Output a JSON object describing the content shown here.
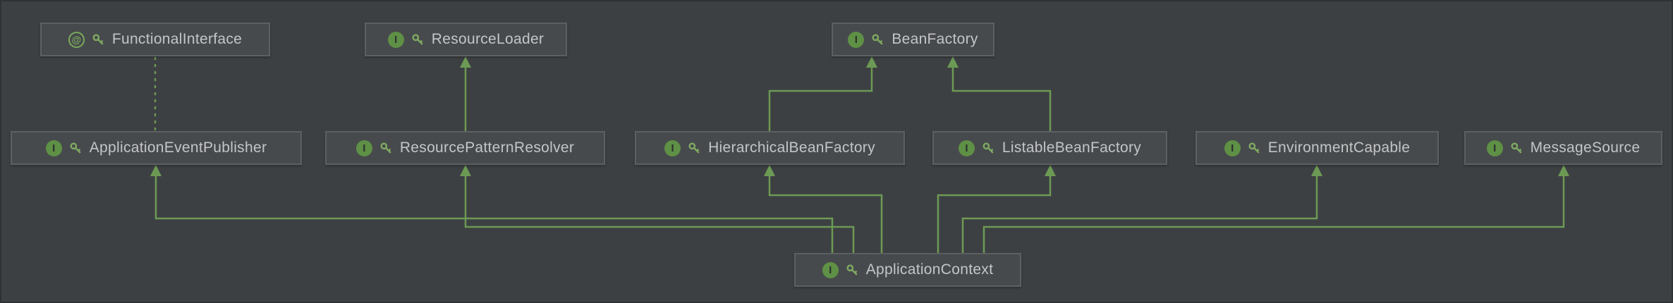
{
  "diagram": {
    "kind": "uml-class-diagram",
    "icons": {
      "interface": "I",
      "annotation": "@"
    },
    "colors": {
      "background": "#3d4043",
      "node_background": "#474a4c",
      "node_border": "#5d6062",
      "text": "#c3c5c7",
      "edge": "#6c9a54",
      "icon_green": "#5e9045"
    },
    "nodes": [
      {
        "id": "functionalinterface",
        "label": "FunctionalInterface",
        "stereotype": "annotation"
      },
      {
        "id": "resourceloader",
        "label": "ResourceLoader",
        "stereotype": "interface"
      },
      {
        "id": "beanfactory",
        "label": "BeanFactory",
        "stereotype": "interface"
      },
      {
        "id": "applicationeventpublisher",
        "label": "ApplicationEventPublisher",
        "stereotype": "interface"
      },
      {
        "id": "resourcepatternresolver",
        "label": "ResourcePatternResolver",
        "stereotype": "interface"
      },
      {
        "id": "hierarchicalbeanfactory",
        "label": "HierarchicalBeanFactory",
        "stereotype": "interface"
      },
      {
        "id": "listablebeanfactory",
        "label": "ListableBeanFactory",
        "stereotype": "interface"
      },
      {
        "id": "environmentcapable",
        "label": "EnvironmentCapable",
        "stereotype": "interface"
      },
      {
        "id": "messagesource",
        "label": "MessageSource",
        "stereotype": "interface"
      },
      {
        "id": "applicationcontext",
        "label": "ApplicationContext",
        "stereotype": "interface"
      }
    ],
    "relationships": [
      {
        "from": "ApplicationEventPublisher",
        "to": "FunctionalInterface",
        "type": "annotated-by",
        "line": "dotted"
      },
      {
        "from": "ResourcePatternResolver",
        "to": "ResourceLoader",
        "type": "extends",
        "line": "solid"
      },
      {
        "from": "HierarchicalBeanFactory",
        "to": "BeanFactory",
        "type": "extends",
        "line": "solid"
      },
      {
        "from": "ListableBeanFactory",
        "to": "BeanFactory",
        "type": "extends",
        "line": "solid"
      },
      {
        "from": "ApplicationContext",
        "to": "ApplicationEventPublisher",
        "type": "extends",
        "line": "solid"
      },
      {
        "from": "ApplicationContext",
        "to": "ResourcePatternResolver",
        "type": "extends",
        "line": "solid"
      },
      {
        "from": "ApplicationContext",
        "to": "HierarchicalBeanFactory",
        "type": "extends",
        "line": "solid"
      },
      {
        "from": "ApplicationContext",
        "to": "ListableBeanFactory",
        "type": "extends",
        "line": "solid"
      },
      {
        "from": "ApplicationContext",
        "to": "EnvironmentCapable",
        "type": "extends",
        "line": "solid"
      },
      {
        "from": "ApplicationContext",
        "to": "MessageSource",
        "type": "extends",
        "line": "solid"
      }
    ]
  }
}
